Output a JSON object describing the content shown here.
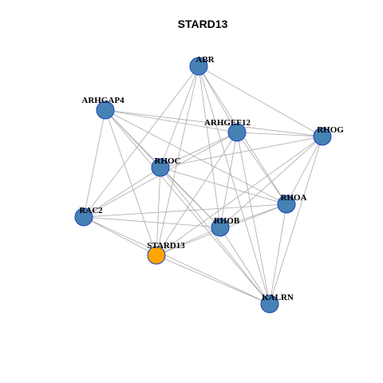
{
  "title": "STARD13",
  "colors": {
    "node_default": "#4682b4",
    "node_focus": "#ffa500",
    "edge": "#aaaaaa",
    "border": "#1c3fbf"
  },
  "nodes": [
    {
      "id": "ABR",
      "label": "ABR",
      "focus": false
    },
    {
      "id": "ARHGAP4",
      "label": "ARHGAP4",
      "focus": false
    },
    {
      "id": "ARHGEF12",
      "label": "ARHGEF12",
      "focus": false
    },
    {
      "id": "RHOG",
      "label": "RHOG",
      "focus": false
    },
    {
      "id": "RHOC",
      "label": "RHOC",
      "focus": false
    },
    {
      "id": "RHOA",
      "label": "RHOA",
      "focus": false
    },
    {
      "id": "RAC2",
      "label": "RAC2",
      "focus": false
    },
    {
      "id": "RHOB",
      "label": "RHOB",
      "focus": false
    },
    {
      "id": "STARD13",
      "label": "STARD13",
      "focus": true
    },
    {
      "id": "KALRN",
      "label": "KALRN",
      "focus": false
    }
  ],
  "edges": [
    [
      "ABR",
      "ARHGEF12"
    ],
    [
      "ABR",
      "RHOG"
    ],
    [
      "ABR",
      "RHOC"
    ],
    [
      "ABR",
      "RHOA"
    ],
    [
      "ABR",
      "RHOB"
    ],
    [
      "ABR",
      "RAC2"
    ],
    [
      "ABR",
      "STARD13"
    ],
    [
      "ABR",
      "KALRN"
    ],
    [
      "ARHGAP4",
      "ARHGEF12"
    ],
    [
      "ARHGAP4",
      "RHOG"
    ],
    [
      "ARHGAP4",
      "RHOC"
    ],
    [
      "ARHGAP4",
      "RHOA"
    ],
    [
      "ARHGAP4",
      "RHOB"
    ],
    [
      "ARHGAP4",
      "RAC2"
    ],
    [
      "ARHGAP4",
      "STARD13"
    ],
    [
      "ARHGAP4",
      "KALRN"
    ],
    [
      "ARHGEF12",
      "RHOG"
    ],
    [
      "ARHGEF12",
      "RHOC"
    ],
    [
      "ARHGEF12",
      "RHOA"
    ],
    [
      "ARHGEF12",
      "RHOB"
    ],
    [
      "ARHGEF12",
      "STARD13"
    ],
    [
      "ARHGEF12",
      "KALRN"
    ],
    [
      "ARHGEF12",
      "RAC2"
    ],
    [
      "RHOG",
      "RHOC"
    ],
    [
      "RHOG",
      "RHOA"
    ],
    [
      "RHOG",
      "RHOB"
    ],
    [
      "RHOG",
      "STARD13"
    ],
    [
      "RHOG",
      "KALRN"
    ],
    [
      "RHOC",
      "RHOA"
    ],
    [
      "RHOC",
      "RHOB"
    ],
    [
      "RHOC",
      "RAC2"
    ],
    [
      "RHOC",
      "STARD13"
    ],
    [
      "RHOC",
      "KALRN"
    ],
    [
      "RHOA",
      "RHOB"
    ],
    [
      "RHOA",
      "RAC2"
    ],
    [
      "RHOA",
      "STARD13"
    ],
    [
      "RHOA",
      "KALRN"
    ],
    [
      "RAC2",
      "RHOB"
    ],
    [
      "RAC2",
      "STARD13"
    ],
    [
      "RAC2",
      "KALRN"
    ],
    [
      "RHOB",
      "STARD13"
    ],
    [
      "RHOB",
      "KALRN"
    ],
    [
      "STARD13",
      "KALRN"
    ]
  ]
}
